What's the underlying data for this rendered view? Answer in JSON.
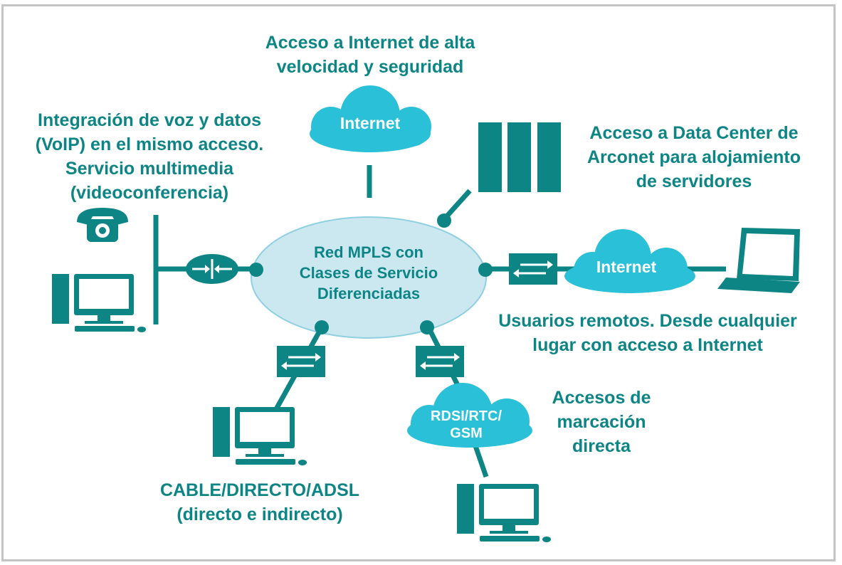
{
  "colors": {
    "teal_dark": "#0e8585",
    "teal_light": "#29c0d8",
    "hub_fill": "#cbe8f1",
    "frame": "#c4c4c4"
  },
  "hub": {
    "line1": "Red MPLS con",
    "line2": "Clases de Servicio",
    "line3": "Diferenciadas"
  },
  "clouds": {
    "top": "Internet",
    "right": "Internet",
    "dialup_line1": "RDSI/RTC/",
    "dialup_line2": "GSM"
  },
  "labels": {
    "internet_access": [
      "Acceso a Internet de alta",
      "velocidad y seguridad"
    ],
    "voip": [
      "Integración de voz y datos",
      "(VoIP) en el mismo acceso.",
      "Servicio multimedia",
      "(videoconferencia)"
    ],
    "datacenter": [
      "Acceso a Data Center de",
      "Arconet para alojamiento",
      "de servidores"
    ],
    "remote_users": [
      "Usuarios remotos. Desde cualquier",
      "lugar con acceso a Internet"
    ],
    "dialup": [
      "Accesos de",
      "marcación",
      "directa"
    ],
    "cable": [
      "CABLE/DIRECTO/ADSL",
      "(directo e indirecto)"
    ]
  },
  "icons": {
    "phone": "telephone-icon",
    "computer": "desktop-computer-icon",
    "laptop": "laptop-icon",
    "server": "server-rack-icon",
    "switch": "switch-icon",
    "router": "router-icon"
  }
}
